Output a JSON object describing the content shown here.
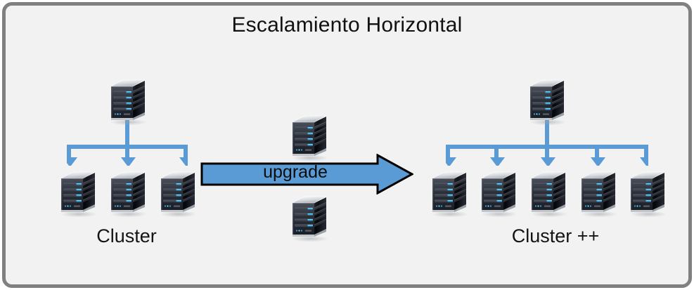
{
  "diagram": {
    "title": "Escalamiento Horizontal",
    "type": "horizontal-scaling-diagram",
    "colors": {
      "panel_background": "#f2f2f2",
      "panel_border": "#808080",
      "connector_blue": "#5b9bd5",
      "arrow_fill": "#5b9bd5",
      "arrow_stroke": "#000000",
      "server_top": "#e9ecee",
      "server_front_dark": "#2b2f38",
      "server_side_dark": "#0c0e12",
      "server_led": "#29a8e0",
      "text": "#141414"
    }
  },
  "left_cluster": {
    "caption": "Cluster",
    "head_node": {
      "label": "server-node"
    },
    "node_count": 3,
    "nodes": [
      {
        "label": "server-node"
      },
      {
        "label": "server-node"
      },
      {
        "label": "server-node"
      }
    ]
  },
  "middle": {
    "upgrade_label": "upgrade",
    "spare_nodes": [
      {
        "label": "server-node"
      },
      {
        "label": "server-node"
      }
    ]
  },
  "right_cluster": {
    "caption": "Cluster ++",
    "head_node": {
      "label": "server-node"
    },
    "node_count": 5,
    "nodes": [
      {
        "label": "server-node"
      },
      {
        "label": "server-node"
      },
      {
        "label": "server-node"
      },
      {
        "label": "server-node"
      },
      {
        "label": "server-node"
      }
    ]
  }
}
